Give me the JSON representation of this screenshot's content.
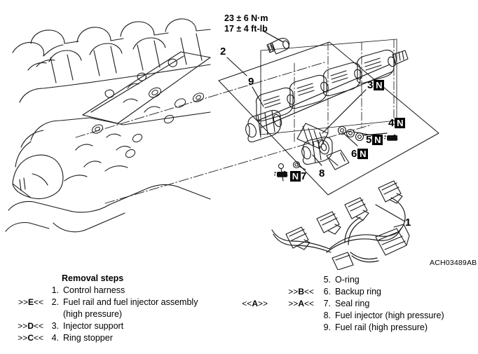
{
  "figure": {
    "drawing_id": "ACH03489AB",
    "torque_spec": {
      "metric": "23 ± 6 N·m",
      "imperial": "17 ± 4 ft-lb"
    },
    "callouts": [
      {
        "id": "callout-1",
        "label": "1",
        "marker": ""
      },
      {
        "id": "callout-2",
        "label": "2",
        "marker": ""
      },
      {
        "id": "callout-3",
        "label": "3",
        "marker": "N"
      },
      {
        "id": "callout-4",
        "label": "4",
        "marker": "N"
      },
      {
        "id": "callout-5",
        "label": "5",
        "marker": "N",
        "grease": true
      },
      {
        "id": "callout-6",
        "label": "6",
        "marker": "N"
      },
      {
        "id": "callout-7",
        "label": "7",
        "marker": "N",
        "grease": true
      },
      {
        "id": "callout-8",
        "label": "8",
        "marker": ""
      },
      {
        "id": "callout-9",
        "label": "9",
        "marker": ""
      }
    ]
  },
  "parts_list": {
    "title": "Removal steps",
    "left": [
      {
        "mark": "",
        "mark_bold": "",
        "index": "1.",
        "label": "Control harness"
      },
      {
        "mark": ">>",
        "mark_bold": "E",
        "index": "2.",
        "label": "Fuel rail and fuel injector assembly"
      },
      {
        "mark": "",
        "mark_bold": "",
        "index": "",
        "label": "(high pressure)"
      },
      {
        "mark": ">>",
        "mark_bold": "D",
        "index": "3.",
        "label": "Injector support"
      },
      {
        "mark": ">>",
        "mark_bold": "C",
        "index": "4.",
        "label": "Ring stopper"
      }
    ],
    "right": [
      {
        "mark_a": "",
        "mark_a_bold": "",
        "mark_b": "",
        "mark_b_bold": "",
        "index": "5.",
        "label": "O-ring"
      },
      {
        "mark_a": "",
        "mark_a_bold": "",
        "mark_b": ">>",
        "mark_b_bold": "B",
        "index": "6.",
        "label": "Backup ring"
      },
      {
        "mark_a": "<<",
        "mark_a_bold": "A",
        "mark_b": ">>",
        "mark_b_bold": "A",
        "index": "7.",
        "label": "Seal ring"
      },
      {
        "mark_a": "",
        "mark_a_bold": "",
        "mark_b": "",
        "mark_b_bold": "",
        "index": "8.",
        "label": "Fuel injector (high pressure)"
      },
      {
        "mark_a": "",
        "mark_a_bold": "",
        "mark_b": "",
        "mark_b_bold": "",
        "index": "9.",
        "label": "Fuel rail (high pressure)"
      }
    ]
  }
}
